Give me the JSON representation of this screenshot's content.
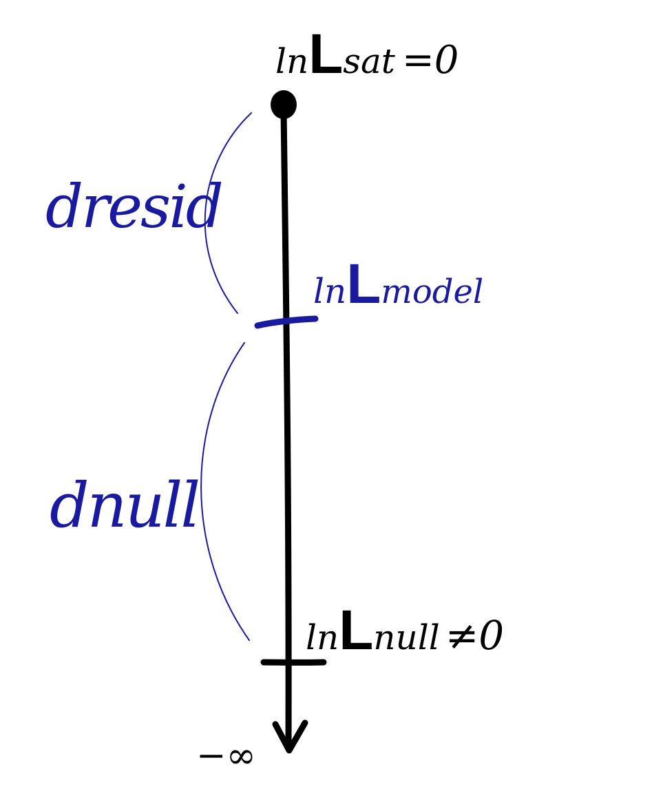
{
  "diagram": {
    "top_label": {
      "prefix": "ln",
      "L": "L",
      "sub": "sat",
      "rel": "=0"
    },
    "model_label": {
      "prefix": "ln",
      "L": "L",
      "sub": "model"
    },
    "null_label": {
      "prefix": "ln",
      "L": "L",
      "sub": "null",
      "rel": "≠0"
    },
    "bottom_label": "−∞",
    "resid_label": "dresid",
    "null_dev_label": "dnull",
    "colors": {
      "axis": "#000000",
      "accent": "#1a1aa0"
    }
  }
}
